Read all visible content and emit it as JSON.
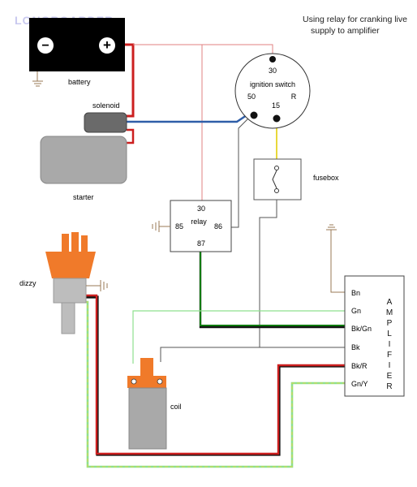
{
  "watermark": "LONGBOARDER",
  "title": [
    "Using relay for cranking live",
    "supply to amplifier"
  ],
  "labels": {
    "battery": "battery",
    "solenoid": "solenoid",
    "starter": "starter",
    "fusebox": "fusebox",
    "dizzy": "dizzy",
    "coil": "coil"
  },
  "ignition_switch": {
    "name": "ignition switch",
    "terminals": [
      "30",
      "50",
      "15",
      "R"
    ]
  },
  "relay": {
    "name": "relay",
    "terminals": [
      "30",
      "85",
      "86",
      "87"
    ]
  },
  "amplifier": {
    "letters": [
      "A",
      "M",
      "P",
      "L",
      "I",
      "F",
      "I",
      "E",
      "R"
    ],
    "terminals": [
      "Bn",
      "Gn",
      "Bk/Gn",
      "Bk",
      "Bk/R",
      "Gn/Y"
    ]
  },
  "battery_symbols": {
    "minus": "−",
    "plus": "+"
  },
  "colors": {
    "red": "#cc1f1f",
    "thin_red": "#e08080",
    "blue": "#2f5ea8",
    "green": "#0e7a0e",
    "light_green": "#8ee08e",
    "yellow": "#e8d83a",
    "brown": "#9a7a55",
    "orange": "#f07a2a",
    "grey": "#a8a8a8",
    "black": "#111111"
  }
}
